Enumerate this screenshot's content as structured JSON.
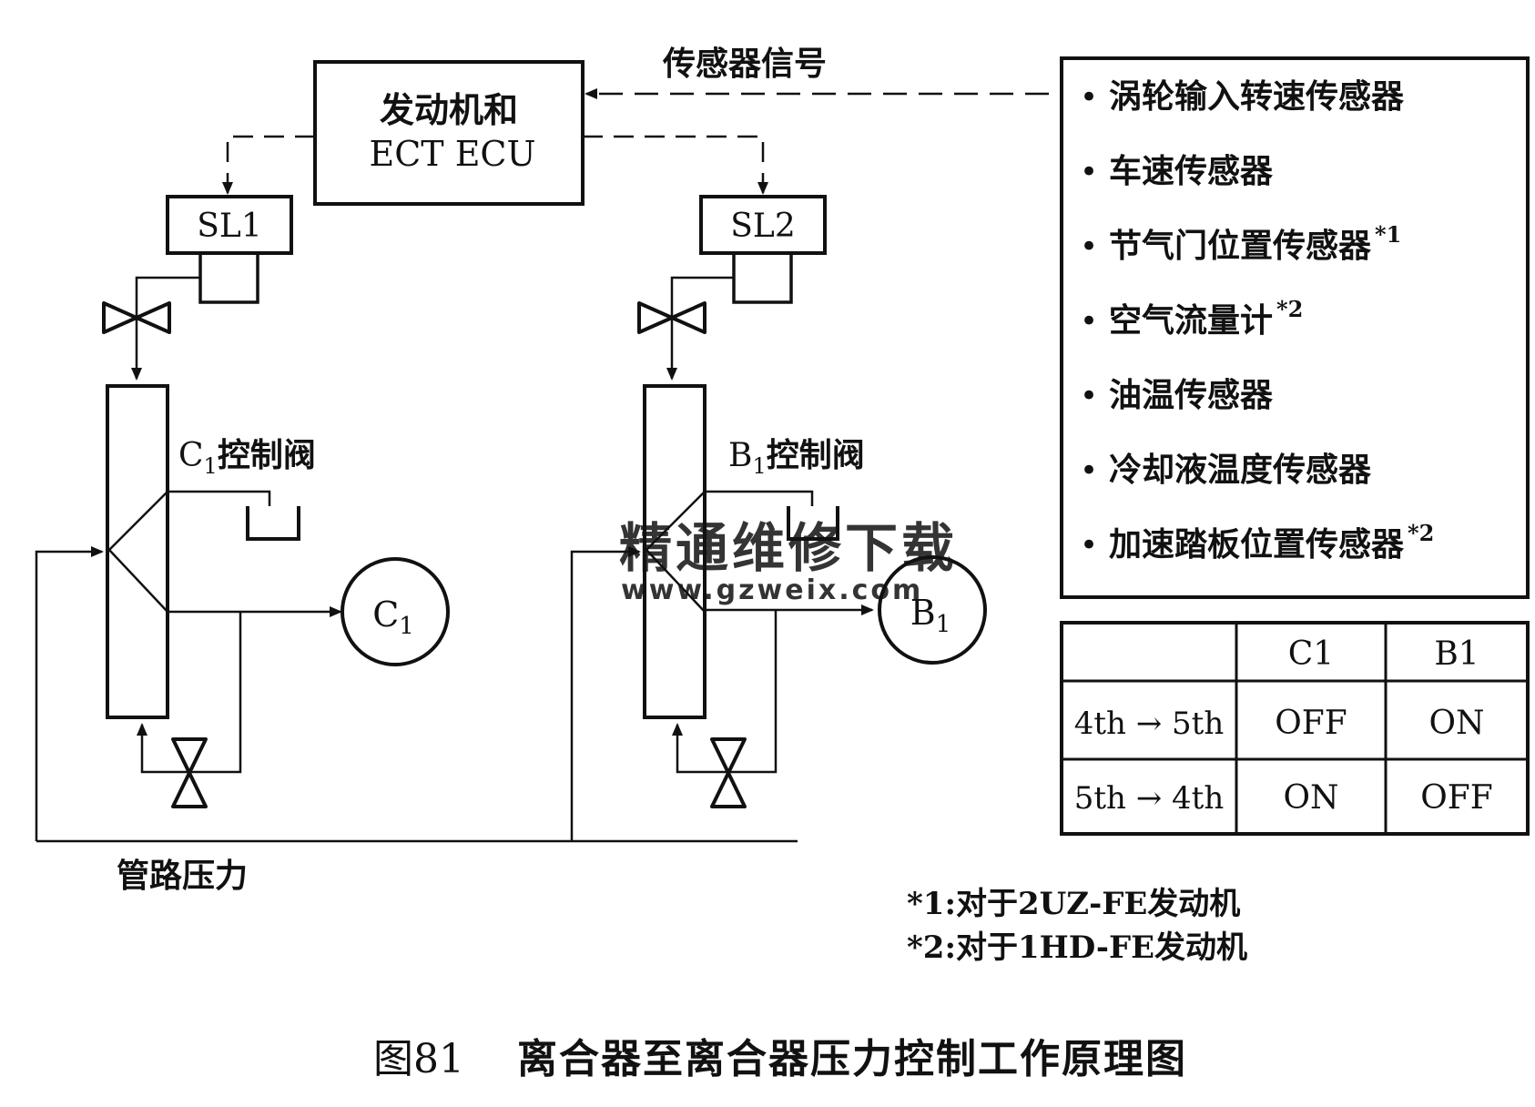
{
  "ecu": {
    "line1": "发动机和",
    "line2": "ECT ECU"
  },
  "sensor_signal_label": "传感器信号",
  "solenoids": {
    "sl1": "SL1",
    "sl2": "SL2"
  },
  "valves": {
    "c1_prefix": "C",
    "c1_sub": "1",
    "c1_text": "控制阀",
    "b1_prefix": "B",
    "b1_sub": "1",
    "b1_text": "控制阀"
  },
  "clutches": {
    "c1_letter": "C",
    "c1_sub": "1",
    "b1_letter": "B",
    "b1_sub": "1"
  },
  "line_pressure_label": "管路压力",
  "sensors": [
    {
      "text": "涡轮输入转速传感器",
      "sup": ""
    },
    {
      "text": "车速传感器",
      "sup": ""
    },
    {
      "text": "节气门位置传感器",
      "sup": "*1"
    },
    {
      "text": "空气流量计",
      "sup": "*2"
    },
    {
      "text": "油温传感器",
      "sup": ""
    },
    {
      "text": "冷却液温度传感器",
      "sup": ""
    },
    {
      "text": "加速踏板位置传感器",
      "sup": "*2"
    }
  ],
  "bullet": "•",
  "table": {
    "headers": [
      "",
      "C1",
      "B1"
    ],
    "rows": [
      [
        "4th → 5th",
        "OFF",
        "ON"
      ],
      [
        "5th → 4th",
        "ON",
        "OFF"
      ]
    ]
  },
  "notes": [
    "*1:对于2UZ-FE发动机",
    "*2:对于1HD-FE发动机"
  ],
  "caption": {
    "number": "图81",
    "title": "离合器至离合器压力控制工作原理图"
  },
  "watermark": {
    "cn": "精通维修下载",
    "url": "www.gzweix.com",
    "color": "#f2b48a"
  }
}
